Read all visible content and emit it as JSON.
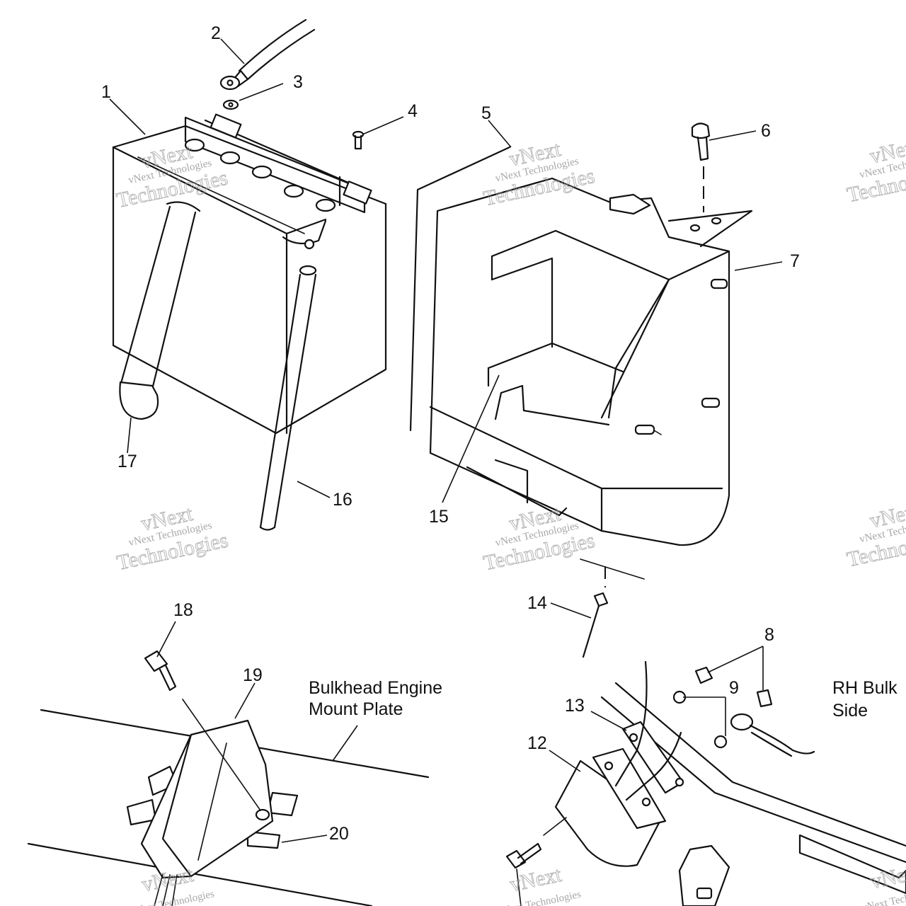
{
  "callouts": [
    "1",
    "2",
    "3",
    "4",
    "5",
    "6",
    "7",
    "8",
    "9",
    "12",
    "13",
    "14",
    "15",
    "16",
    "17",
    "18",
    "19",
    "20"
  ],
  "notes": {
    "bulkhead_line1": "Bulkhead Engine",
    "bulkhead_line2": "Mount Plate",
    "rh_line1": "RH Bulk",
    "rh_line2": "Side"
  },
  "watermark": {
    "small": "vNext Technologies",
    "big_line1": "vNext",
    "big_line2": "Technologies"
  }
}
